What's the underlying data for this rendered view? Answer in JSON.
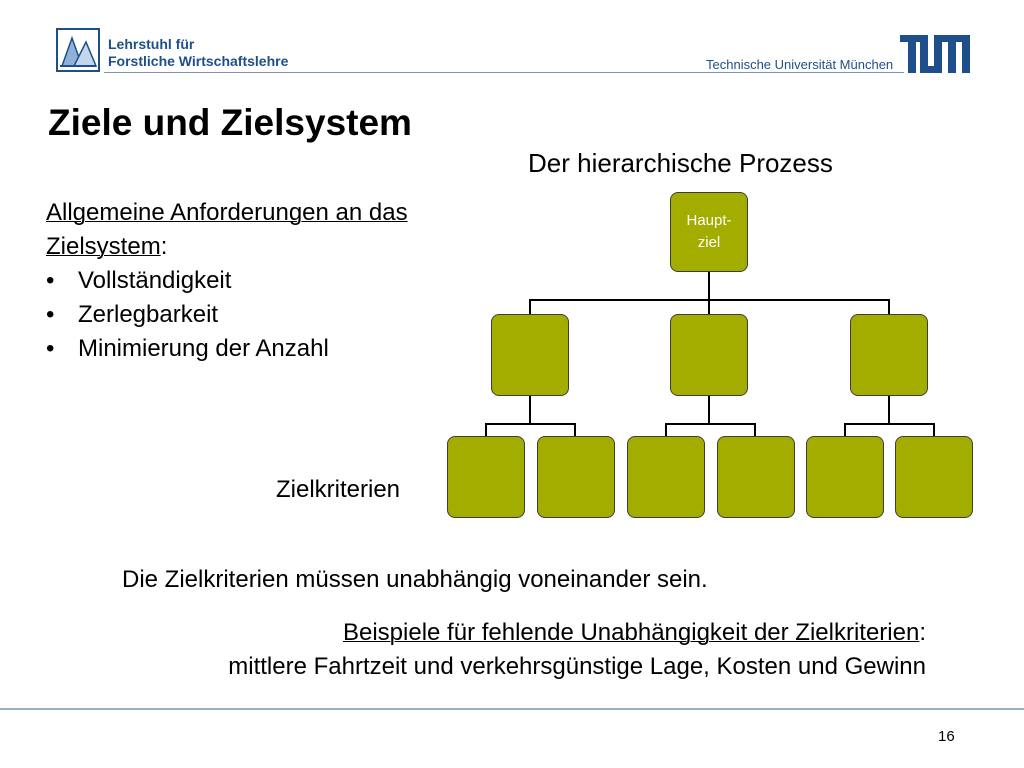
{
  "header": {
    "chair_line1": "Lehrstuhl für",
    "chair_line2": "Forstliche Wirtschaftslehre",
    "university": "Technische Universität München",
    "logo_left_icon": "forest-chair-logo-icon",
    "logo_right_icon": "tum-logo-icon",
    "brand_color": "#1e4f8a"
  },
  "title": "Ziele und Zielsystem",
  "requirements": {
    "heading_underlined": "Allgemeine Anforderungen an das Zielsystem",
    "heading_suffix": ":",
    "items": [
      "Vollständigkeit",
      "Zerlegbarkeit",
      "Minimierung der Anzahl"
    ]
  },
  "diagram": {
    "title": "Der hierarchische Prozess",
    "root_label_line1": "Haupt-",
    "root_label_line2": "ziel",
    "level1_count": 3,
    "level2_per_parent": 2,
    "box_color": "#a3ad00",
    "criteria_label": "Zielkriterien"
  },
  "independence_statement": "Die Zielkriterien müssen unabhängig voneinander sein.",
  "examples": {
    "heading_underlined": "Beispiele für fehlende Unabhängigkeit der Zielkriterien",
    "heading_suffix": ":",
    "text": "mittlere Fahrtzeit und verkehrsgünstige Lage, Kosten und Gewinn"
  },
  "page_number": "16"
}
